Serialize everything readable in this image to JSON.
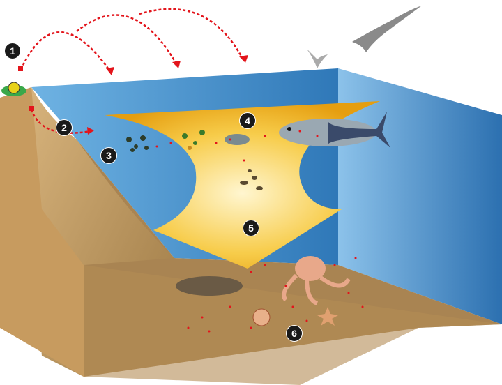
{
  "labels": [
    "1",
    "2",
    "3",
    "4",
    "5",
    "6"
  ],
  "colors": {
    "water": "#3f8fd0",
    "sediment": "#c9a26a",
    "funnel": "#f5b820",
    "arrow": "#e3141b"
  }
}
